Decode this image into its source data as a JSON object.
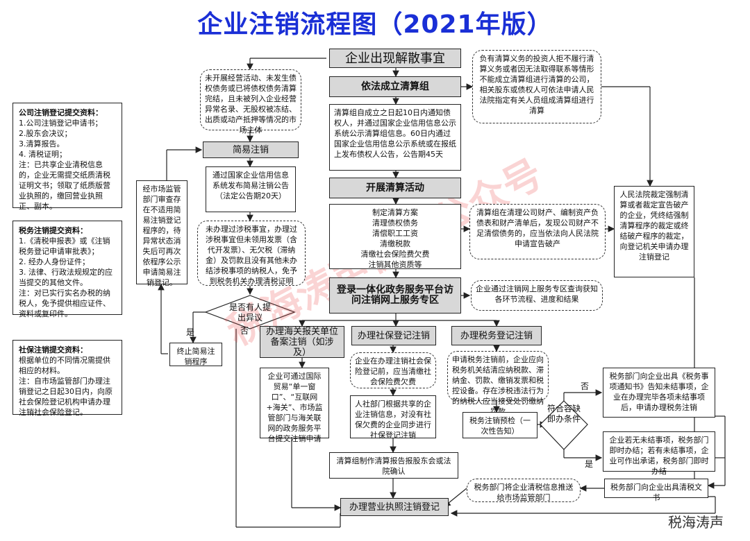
{
  "title": "企业注销流程图（2021年版）",
  "left_panels": {
    "company": {
      "heading": "公司注销登记提交资料：",
      "lines": [
        "1.公司注销登记申请书；",
        "2.股东会决议；",
        "3.清算报告。",
        "4. 清税证明；",
        "注：已共享企业清税信息的，企业无需提交纸质清税证明文书；领取了纸质版营业执照的，缴回营业执照正、副本。"
      ]
    },
    "tax": {
      "heading": "税务注销提交资料：",
      "lines": [
        "1.《清税申报表》或《注销税务登记申请审批表》；",
        "2. 经办人身份证件；",
        "3. 法律、行政法规规定的应当提交的其他文件。",
        "注：对已实行实名办税的纳税人，免予提供相应证件、资料或复印件。"
      ]
    },
    "social": {
      "heading": "社保注销提交资料：",
      "lines": [
        "根据单位的不同情况需提供相应的材料。",
        "注：自市场监管部门办理注销登记之日起30日内，向原社会保险登记机构申请办理注销社会保险登记。"
      ]
    }
  },
  "nodes": {
    "n_dissolve": "企业出现解散事宜",
    "n_liquidation_team": "依法成立清算组",
    "n_notice": "清算组自成立之日起10日内通知债权人，并通过国家企业信用信息公示系统公示清算组信息。60日内通过国家企业信用信息公示系统或在报纸上发布债权人公告，公告期45天",
    "n_activities": "开展清算活动",
    "n_activity_list": [
      "制定清算方案",
      "清理债权债务",
      "清偿职工工资",
      "清缴税款",
      "清缴社会保险费欠费",
      "注销其他资质等"
    ],
    "n_platform": "登录一体化政务服务平台访问注销网上服务专区",
    "n_platform_note": "企业通过注销网上服务专区查询获知各环节流程、进度和结果",
    "n_simple_cond": "未开展经营活动、未发生债权债务或已将债权债务清算完结，且未被列入企业经营异常名录、无股权被冻结、出质或动产抵押等情况的市场主体",
    "n_simple": "简易注销",
    "n_simple_notice": "通过国家企业信用信息系统发布简易注销公告（法定公告期20天）",
    "n_simple_tax": "未办理过涉税事宜，办理过涉税事宜但未领用发票（含代开发票）、无欠税（滞纳金）及罚款且没有其他未办结涉税事项的纳税人，免予到税务机关办理清税证明",
    "n_objection": "是否有人提出异议",
    "n_terminate": "终止简易注销程序",
    "n_market_review": "经市场监管部门审查存在不适用简易注销登记程序的，待异常状态消失后可再次依程序公示申请简易注销登记。",
    "n_customs": "办理海关报关单位备案注销（如涉及）",
    "n_customs_note": "企业可通过国际贸易“单一窗口”、“互联网+海关”、市场监管部门与海关联网的政务服务平台提交注销申请",
    "n_social": "办理社保登记注销",
    "n_social_1": "企业在办理注销社会保险登记前，应当清缴社会保险费欠费",
    "n_social_2": "人社部门根据共享的企业注销信息，对没有社保欠费的企业同步进行社保登记注销",
    "n_tax": "办理税务登记注销",
    "n_tax_note": "申请税务注销前，企业应向税务机关结清应纳税款、滞纳金、罚款、缴销发票和税控设备。存在涉税违法行为的纳税人应当接受处罚缴纳罚款",
    "n_tax_precheck": "税务注销预检（一次性告知）",
    "n_condition": "符合容缺即办条件",
    "n_tax_notice": "税务部门向企业出具《税务事项通知书》告知未结事项，企业在办理完毕各项未结事项后，申请办理税务注销",
    "n_tax_immediate": "企业若无未结事项，税务部门即时办结；若有未结事项，企业可作出承诺，税务部门即时办结",
    "n_tax_certificate": "税务部门向企业出具清税文书",
    "n_tax_push": "税务部门将企业清税信息推送给市场监管部门",
    "n_report": "清算组制作清算报告报股东会或法院确认",
    "n_final": "办理营业执照注销登记",
    "n_court_appoint": "负有清算义务的投资人拒不履行清算义务或者因无法取得联系等情形不能成立清算组进行清算的公司，相关股东或债权人可依法申请人民法院指定有关人员组成清算组进行清算",
    "n_bankruptcy": "清算组在清理公司财产、编制资产负债表和财产清单后，发现公司财产不足清偿债务的，应当依法向人民法院申请宣告破产",
    "n_court_ruling": "人民法院裁定强制清算或者裁定宣告破产的企业，凭终结强制清算程序的裁定或终结破产程序的裁定，向登记机关申请办理注销登记"
  },
  "edge_labels": {
    "yes_objection": "是",
    "no_objection": "否",
    "no_condition": "否",
    "yes_condition": "是"
  },
  "watermark": "税海涛声微信公众号",
  "brand": "税海涛声",
  "colors": {
    "title": "#1a2fd6",
    "node_fill": "#d8d8d8",
    "watermark": "#e63c3c"
  }
}
